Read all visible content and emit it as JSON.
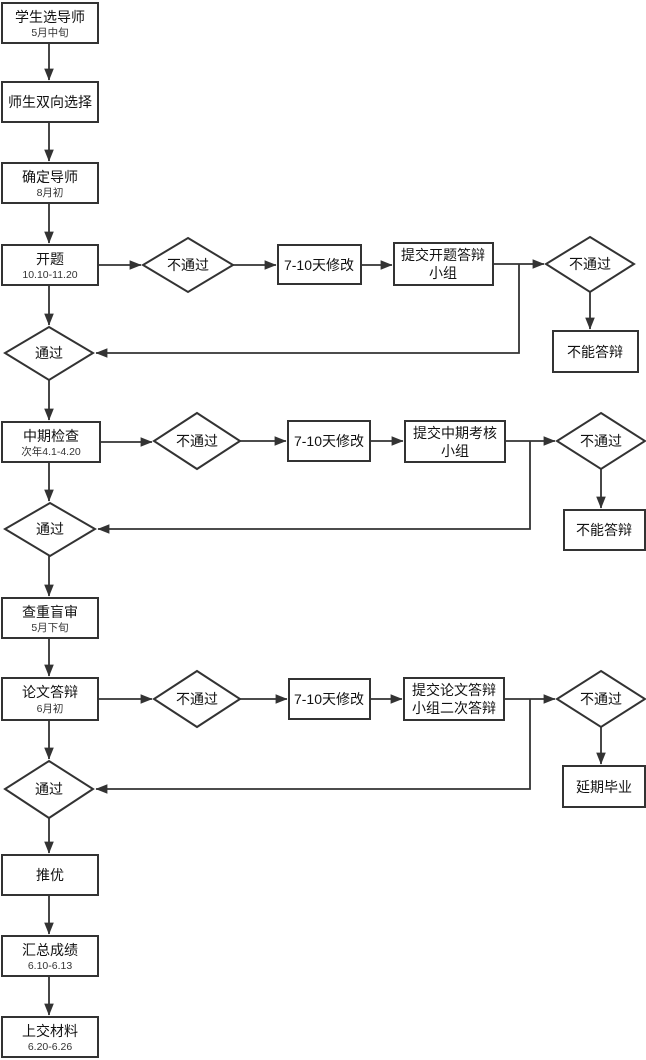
{
  "diagram": {
    "type": "flowchart",
    "background": "#ffffff",
    "stroke_color": "#333333",
    "text_color": "#111111",
    "nodes": {
      "select_advisor": {
        "label": "学生选导师",
        "sublabel": "5月中旬"
      },
      "mutual_selection": {
        "label": "师生双向选择"
      },
      "confirm_advisor": {
        "label": "确定导师",
        "sublabel": "8月初"
      },
      "proposal": {
        "label": "开题",
        "sublabel": "10.10-11.20"
      },
      "proposal_fail": {
        "label": "不通过"
      },
      "proposal_revise": {
        "label": "7-10天修改"
      },
      "proposal_submit": {
        "line1": "提交开题答辩",
        "line2": "小组"
      },
      "proposal_fail2": {
        "label": "不通过"
      },
      "proposal_no_defense": {
        "label": "不能答辩"
      },
      "proposal_pass": {
        "label": "通过"
      },
      "midterm": {
        "label": "中期检查",
        "sublabel": "次年4.1-4.20"
      },
      "midterm_fail": {
        "label": "不通过"
      },
      "midterm_revise": {
        "label": "7-10天修改"
      },
      "midterm_submit": {
        "line1": "提交中期考核",
        "line2": "小组"
      },
      "midterm_fail2": {
        "label": "不通过"
      },
      "midterm_no_defense": {
        "label": "不能答辩"
      },
      "midterm_pass": {
        "label": "通过"
      },
      "plagiarism_review": {
        "label": "查重盲审",
        "sublabel": "5月下旬"
      },
      "thesis_defense": {
        "label": "论文答辩",
        "sublabel": "6月初"
      },
      "defense_fail": {
        "label": "不通过"
      },
      "defense_revise": {
        "label": "7-10天修改"
      },
      "defense_submit": {
        "line1": "提交论文答辩",
        "line2": "小组二次答辩"
      },
      "defense_fail2": {
        "label": "不通过"
      },
      "delayed_graduation": {
        "label": "延期毕业"
      },
      "defense_pass": {
        "label": "通过"
      },
      "recommend_award": {
        "label": "推优"
      },
      "aggregate_scores": {
        "label": "汇总成绩",
        "sublabel": "6.10-6.13"
      },
      "submit_materials": {
        "label": "上交材料",
        "sublabel": "6.20-6.26"
      }
    }
  }
}
